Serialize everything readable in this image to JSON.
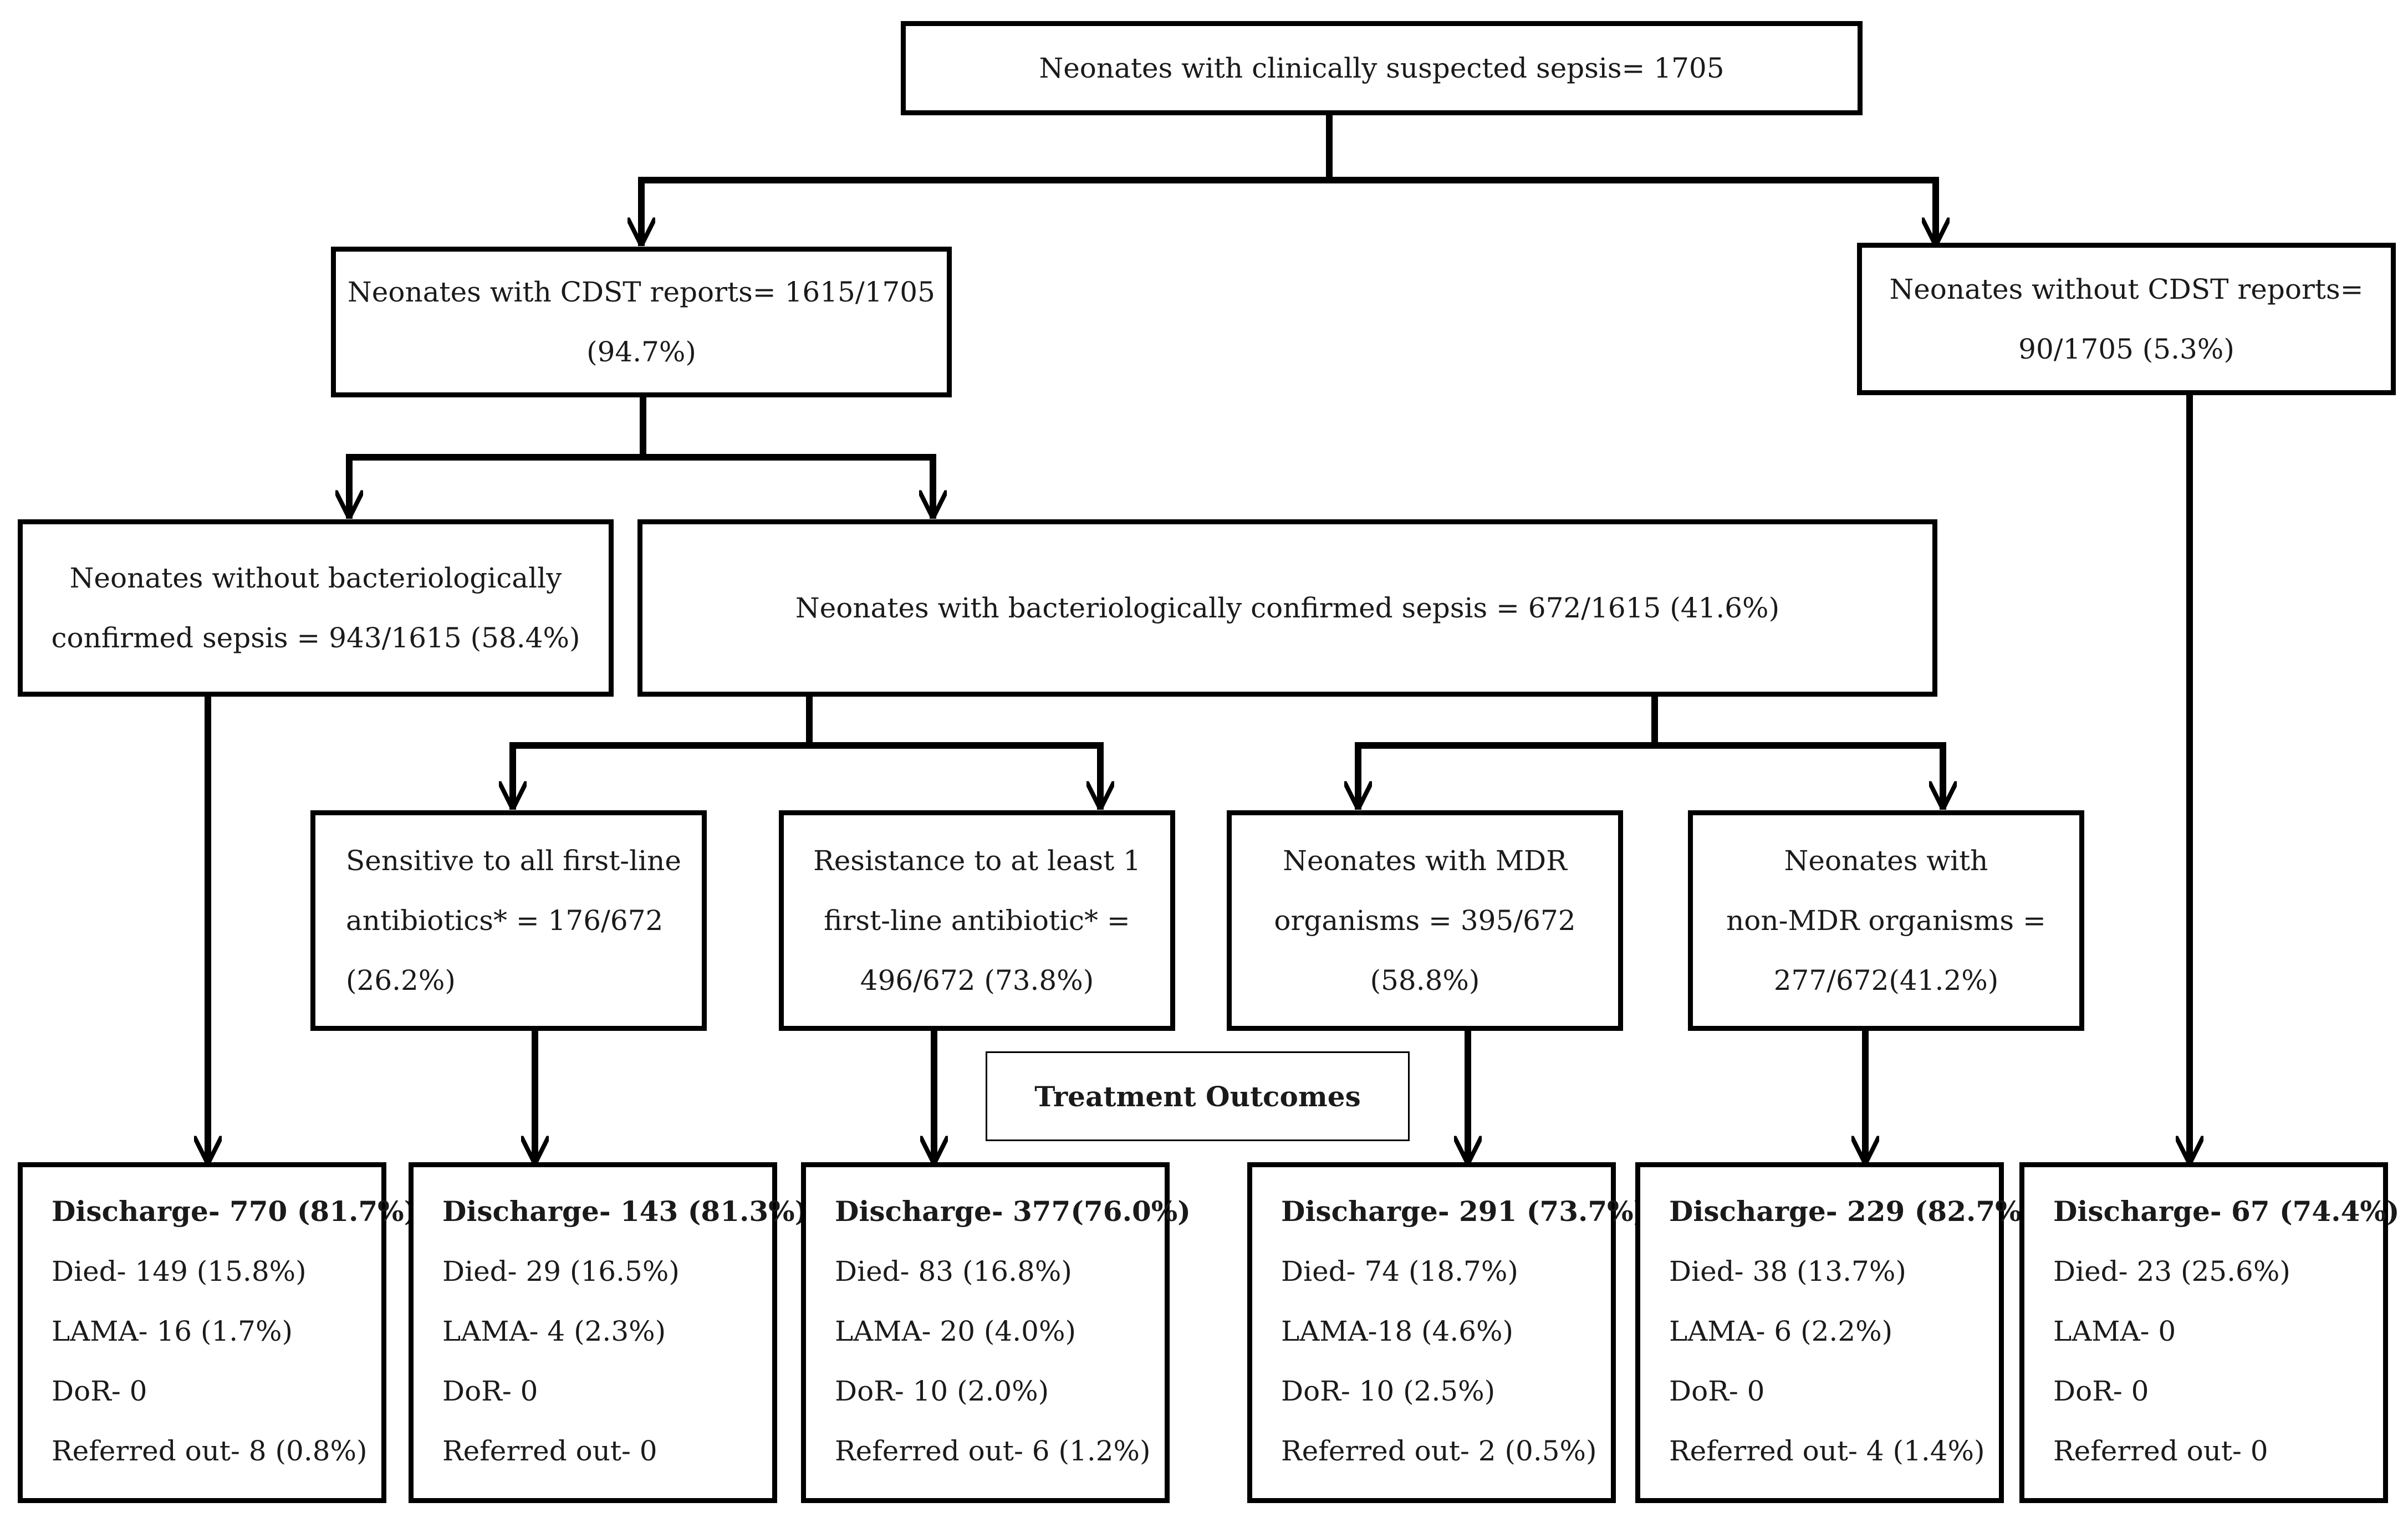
{
  "root": {
    "lines": [
      "Neonates with clinically suspected sepsis= 1705"
    ]
  },
  "with_cdst": {
    "lines": [
      "Neonates with CDST reports= 1615/1705",
      "(94.7%)"
    ]
  },
  "without_cdst": {
    "lines": [
      "Neonates without CDST reports=",
      "90/1705 (5.3%)"
    ]
  },
  "without_bact": {
    "lines": [
      "Neonates without bacteriologically",
      "confirmed sepsis = 943/1615 (58.4%)"
    ]
  },
  "with_bact": {
    "lines": [
      "Neonates with bacteriologically confirmed sepsis = 672/1615 (41.6%)"
    ]
  },
  "sensitive": {
    "lines": [
      "Sensitive to all first-line",
      "antibiotics* = 176/672",
      "(26.2%)"
    ]
  },
  "resistant": {
    "lines": [
      "Resistance to at least 1",
      "first-line antibiotic* =",
      "496/672 (73.8%)"
    ]
  },
  "mdr": {
    "lines": [
      "Neonates with MDR",
      "organisms = 395/672",
      "(58.8%)"
    ]
  },
  "non_mdr": {
    "lines": [
      "Neonates with",
      "non-MDR organisms =",
      "277/672(41.2%)"
    ]
  },
  "treatment_label": "Treatment Outcomes",
  "outcomes": [
    {
      "lines": [
        "Discharge- 770 (81.7%)",
        "Died- 149 (15.8%)",
        "LAMA- 16 (1.7%)",
        "DoR- 0",
        "Referred out- 8 (0.8%)"
      ]
    },
    {
      "lines": [
        "Discharge- 143 (81.3%)",
        "Died- 29 (16.5%)",
        "LAMA- 4 (2.3%)",
        "DoR- 0",
        "Referred out- 0"
      ]
    },
    {
      "lines": [
        "Discharge- 377(76.0%)",
        "Died- 83 (16.8%)",
        "LAMA- 20 (4.0%)",
        "DoR- 10 (2.0%)",
        "Referred out- 6 (1.2%)"
      ]
    },
    {
      "lines": [
        "Discharge- 291 (73.7%)",
        "Died- 74 (18.7%)",
        "LAMA-18 (4.6%)",
        "DoR- 10 (2.5%)",
        "Referred out- 2 (0.5%)"
      ]
    },
    {
      "lines": [
        "Discharge- 229 (82.7%)",
        "Died- 38 (13.7%)",
        "LAMA- 6 (2.2%)",
        "DoR- 0",
        "Referred out- 4 (1.4%)"
      ]
    },
    {
      "lines": [
        "Discharge- 67 (74.4%)",
        "Died- 23 (25.6%)",
        "LAMA- 0",
        "DoR- 0",
        "Referred out- 0"
      ]
    }
  ]
}
